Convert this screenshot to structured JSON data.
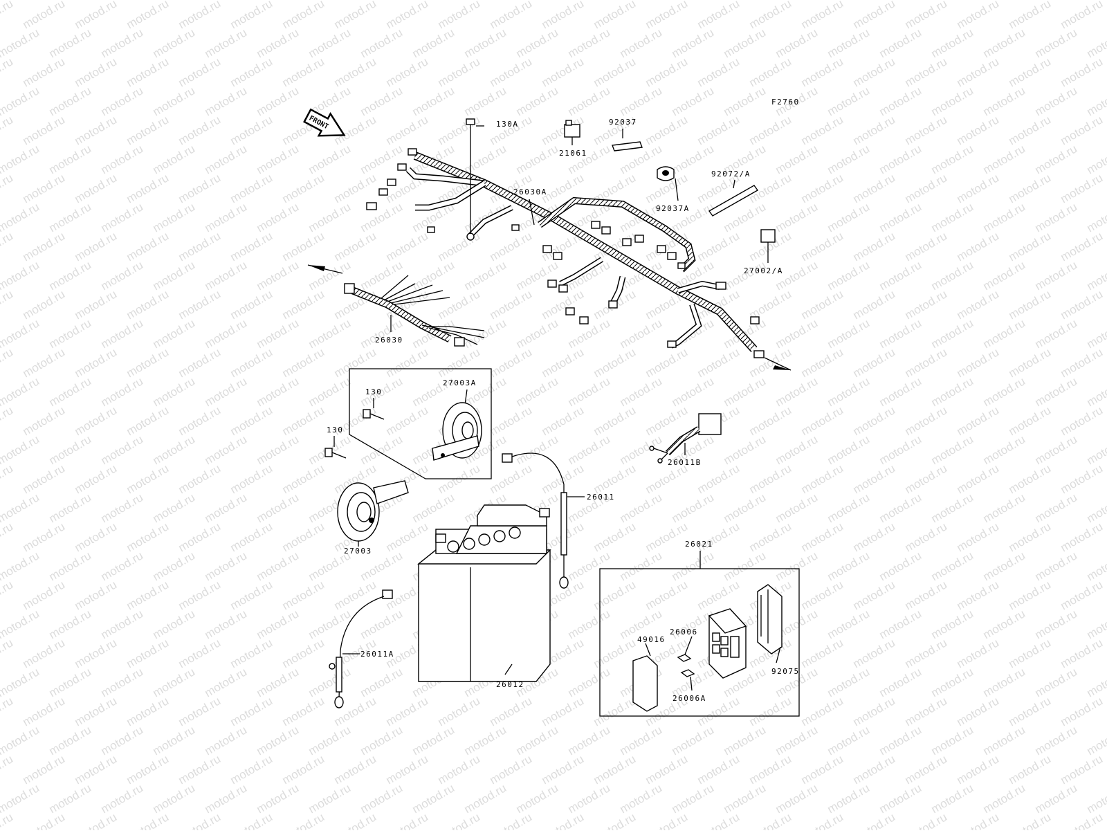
{
  "watermark": "motod.ru",
  "diagram_code": "F2760",
  "front_label": "FRONT",
  "labels": {
    "p130A": "130A",
    "p21061": "21061",
    "p92037": "92037",
    "p92037A": "92037A",
    "p92072A": "92072/A",
    "p27002A": "27002/A",
    "p26030A": "26030A",
    "p26030": "26030",
    "p130a": "130",
    "p27003A": "27003A",
    "p130b": "130",
    "p27003": "27003",
    "p26011B": "26011B",
    "p26011": "26011",
    "p26021": "26021",
    "p26012": "26012",
    "p26011A": "26011A",
    "p49016": "49016",
    "p26006": "26006",
    "p26006A": "26006A",
    "p92075": "92075"
  }
}
